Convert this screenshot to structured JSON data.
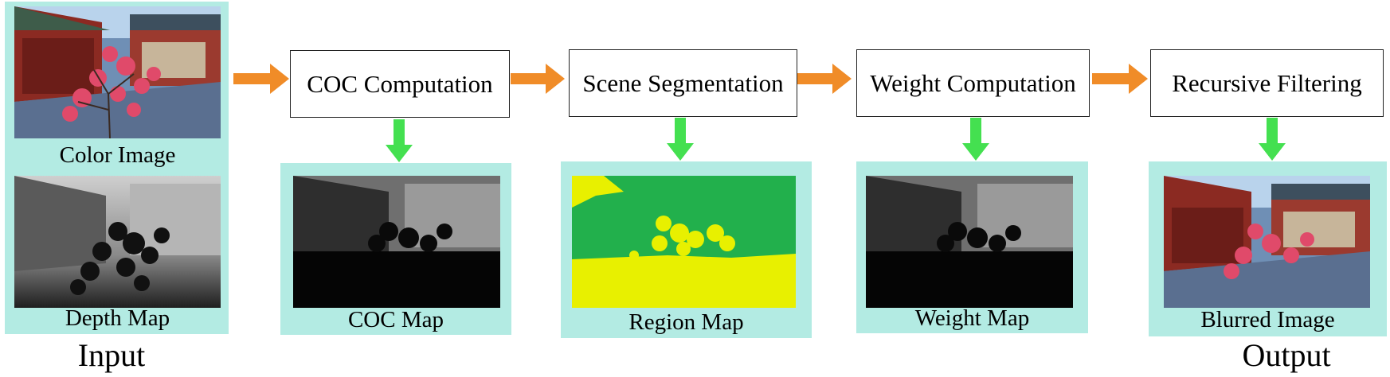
{
  "input_label": "Input",
  "output_label": "Output",
  "inputs": {
    "color_image_caption": "Color Image",
    "depth_map_caption": "Depth Map"
  },
  "steps": [
    {
      "label": "COC Computation",
      "output_caption": "COC Map"
    },
    {
      "label": "Scene Segmentation",
      "output_caption": "Region Map"
    },
    {
      "label": "Weight Computation",
      "output_caption": "Weight Map"
    },
    {
      "label": "Recursive Filtering",
      "output_caption": "Blurred Image"
    }
  ],
  "colors": {
    "panel_bg": "#b3ebe3",
    "flow_arrow": "#f08c28",
    "output_arrow": "#44e050",
    "region_green": "#22b04c",
    "region_yellow": "#e8f000"
  }
}
